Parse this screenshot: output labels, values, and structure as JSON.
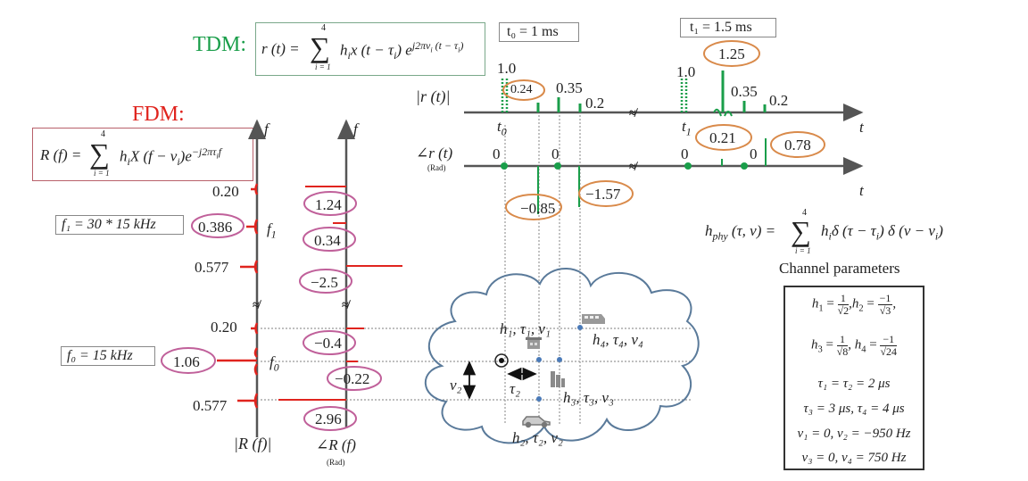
{
  "tdm": {
    "title": "TDM:",
    "formula": "r(t) = Σ_{i=1}^{4} h_i x(t − τ_i) e^{j2πν_i(t − τ_i)}",
    "formula_parts": {
      "lhs": "r (t) =",
      "sum_top": "4",
      "sum_bottom": "i = 1",
      "body": "h",
      "x": "x (t − τ",
      "exp": "j2πν",
      "exp_tail": "(t − τ"
    },
    "t0_label": "t₀ = 1 ms",
    "t1_label": "t₁ = 1.5 ms",
    "magnitude_axis_label": "|r (t)|",
    "phase_axis_label": "∠r (t)",
    "phase_unit": "(Rad)",
    "time_axis": "t",
    "t0_tick": "t",
    "t1_tick": "t"
  },
  "fdm": {
    "title": "FDM:",
    "formula": "R(f) = Σ_{i=1}^{4} h_i X(f − ν_i) e^{−j2πτ_i f}",
    "formula_parts": {
      "lhs": "R (f) =",
      "sum_top": "4",
      "sum_bottom": "i = 1"
    },
    "f1_label": "f₁ = 30 * 15 kHz",
    "f0_label": "f₀ = 15 kHz",
    "freq_axis": "f",
    "magnitude_axis_label": "|R (f)|",
    "phase_axis_label": "∠R (f)",
    "phase_unit": "(Rad)",
    "f1_tick": "f",
    "f0_tick": "f"
  },
  "chart_data": [
    {
      "type": "stem",
      "title": "TDM |r(t)|",
      "xlabel": "t",
      "ylabel": "|r (t)|",
      "segments": [
        {
          "name": "t0 = 1 ms",
          "pilot": 1.0,
          "values": [
            0.24,
            0.35,
            0.2
          ],
          "highlight": [
            "0.24"
          ]
        },
        {
          "name": "t1 = 1.5 ms",
          "pilot": 1.0,
          "values": [
            1.25,
            0.35,
            0.2
          ],
          "highlight": [
            "1.25"
          ]
        }
      ],
      "labels": [
        "1.0",
        "0.24",
        "0.35",
        "0.2",
        "1.0",
        "1.25",
        "0.35",
        "0.2"
      ]
    },
    {
      "type": "stem",
      "title": "TDM ∠r(t) (Rad)",
      "xlabel": "t",
      "segments": [
        {
          "name": "t0",
          "points": [
            0,
            -0.85,
            0,
            -1.57
          ]
        },
        {
          "name": "t1",
          "points": [
            0,
            0.21,
            0,
            0.78
          ]
        }
      ],
      "labels": [
        "0",
        "−0.85",
        "0",
        "−1.57",
        "0",
        "0.21",
        "0",
        "0.78"
      ]
    },
    {
      "type": "stem",
      "title": "FDM |R(f)|",
      "ylabel": "f",
      "segments": [
        {
          "name": "f1 = 30 * 15 kHz",
          "values": [
            0.2,
            0.386,
            0.577
          ]
        },
        {
          "name": "f0 = 15 kHz",
          "values": [
            0.2,
            1.06,
            0.577
          ]
        }
      ],
      "labels": [
        "0.20",
        "0.386",
        "0.577",
        "0.20",
        "1.06",
        "0.577"
      ]
    },
    {
      "type": "stem",
      "title": "FDM ∠R(f) (Rad)",
      "segments": [
        {
          "name": "f1",
          "values": [
            1.24,
            0.34,
            -2.5
          ]
        },
        {
          "name": "f0",
          "values": [
            -0.4,
            -0.22,
            2.96
          ]
        }
      ],
      "labels": [
        "1.24",
        "0.34",
        "−2.5",
        "−0.4",
        "−0.22",
        "2.96"
      ]
    }
  ],
  "tdm_values": {
    "t0_pilot": "1.0",
    "t0_v1": "0.24",
    "t0_v2": "0.35",
    "t0_v3": "0.2",
    "t1_pilot": "1.0",
    "t1_v1": "1.25",
    "t1_v2": "0.35",
    "t1_v3": "0.2",
    "ph_0a": "0",
    "ph_v1": "−0.85",
    "ph_0b": "0",
    "ph_v2": "−1.57",
    "ph_0c": "0",
    "ph_v3": "0.21",
    "ph_0d": "0",
    "ph_v4": "0.78"
  },
  "fdm_values": {
    "mag_f1_a": "0.20",
    "mag_f1_b": "0.386",
    "mag_f1_c": "0.577",
    "mag_f0_a": "0.20",
    "mag_f0_b": "1.06",
    "mag_f0_c": "0.577",
    "ph_f1_a": "1.24",
    "ph_f1_b": "0.34",
    "ph_f1_c": "−2.5",
    "ph_f0_a": "−0.4",
    "ph_f0_b": "−0.22",
    "ph_f0_c": "2.96"
  },
  "channel": {
    "formula_lhs": "h",
    "formula_sub": "phy",
    "formula_args": "(τ, ν) =",
    "formula_body": "h",
    "sum_top": "4",
    "sum_bottom": "i = 1",
    "caption": "Channel parameters",
    "params": [
      "τ₁ = τ₂ = 2 μs",
      "τ₃ = 3 μs, τ₄ = 4 μs",
      "ν₁ = 0, ν₂ = −950 Hz",
      "ν₃ = 0, ν₄ = 750 Hz"
    ],
    "h_values": {
      "h1": "1/√2",
      "h2": "−1/√3",
      "h3": "1/√8",
      "h4": "−1/√24"
    },
    "paths": [
      {
        "label": "h₁, τ₁, ν₁",
        "object": "building"
      },
      {
        "label": "h₂, τ₂, ν₂",
        "object": "car"
      },
      {
        "label": "h₃, τ₃, ν₃",
        "object": "tower"
      },
      {
        "label": "h₄, τ₄, ν₄",
        "object": "van"
      }
    ],
    "tau_label": "τ₂",
    "nu_label": "ν₂"
  },
  "colors": {
    "tdm_green": "#1a9e4a",
    "fdm_red": "#e0241e",
    "orange_ellipse": "#d98a4a",
    "pink_ellipse": "#c0609a",
    "axis": "#555555",
    "cloud": "#5a7a9a",
    "dot_blue": "#4a7ab8"
  }
}
